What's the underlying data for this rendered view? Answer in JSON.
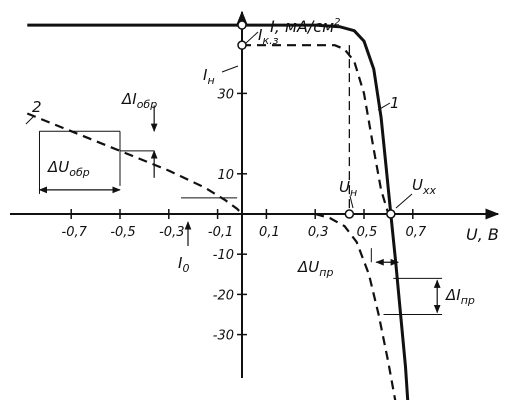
{
  "chart_data": {
    "type": "line",
    "y_axis": {
      "symbol": "I",
      "unit": ", мА/см",
      "unit_sup": "2",
      "ticks": [
        {
          "v": 30,
          "t": "30"
        },
        {
          "v": 10,
          "t": "10"
        },
        {
          "v": -10,
          "t": "-10"
        },
        {
          "v": -20,
          "t": "-20"
        },
        {
          "v": -30,
          "t": "-30"
        }
      ]
    },
    "x_axis": {
      "symbol": "U",
      "unit": ", В",
      "ticks": [
        {
          "v": -0.7,
          "t": "-0,7"
        },
        {
          "v": -0.5,
          "t": "-0,5"
        },
        {
          "v": -0.3,
          "t": "-0,3"
        },
        {
          "v": -0.1,
          "t": "-0,1"
        },
        {
          "v": 0.1,
          "t": "0,1"
        },
        {
          "v": 0.3,
          "t": "0,3"
        },
        {
          "v": 0.5,
          "t": "0,5"
        },
        {
          "v": 0.7,
          "t": "0,7"
        }
      ]
    },
    "series": [
      {
        "name": "1",
        "style": "solid",
        "points": [
          [
            -0.88,
            47
          ],
          [
            0.3,
            47
          ],
          [
            0.4,
            46.6
          ],
          [
            0.46,
            45.6
          ],
          [
            0.5,
            43
          ],
          [
            0.54,
            36
          ],
          [
            0.57,
            24
          ],
          [
            0.59,
            12
          ],
          [
            0.61,
            0
          ],
          [
            0.63,
            -12
          ],
          [
            0.65,
            -25
          ],
          [
            0.67,
            -38
          ],
          [
            0.68,
            -47
          ]
        ]
      },
      {
        "name": "2",
        "style": "dashed",
        "points": [
          [
            -0.88,
            25
          ],
          [
            -0.7,
            20.6
          ],
          [
            -0.5,
            15.7
          ],
          [
            -0.3,
            10.8
          ],
          [
            -0.15,
            6.5
          ],
          [
            -0.07,
            3.5
          ],
          [
            -0.02,
            1.3
          ],
          [
            0.0,
            0
          ]
        ]
      },
      {
        "name": "",
        "style": "dashed",
        "points": [
          [
            0.0,
            42
          ],
          [
            0.38,
            42
          ],
          [
            0.42,
            41
          ],
          [
            0.46,
            38
          ],
          [
            0.5,
            30
          ],
          [
            0.54,
            16
          ],
          [
            0.57,
            6
          ],
          [
            0.6,
            0
          ]
        ]
      },
      {
        "name": "",
        "style": "dashed",
        "points": [
          [
            0.3,
            0
          ],
          [
            0.36,
            -1
          ],
          [
            0.42,
            -3
          ],
          [
            0.47,
            -7
          ],
          [
            0.52,
            -15
          ],
          [
            0.56,
            -25
          ],
          [
            0.6,
            -37
          ],
          [
            0.63,
            -47
          ]
        ]
      }
    ],
    "annotations": {
      "curve1": "1",
      "curve2": "2",
      "isc_main": "I",
      "isc_sub": "к.з",
      "in_main": "I",
      "in_sub": "н",
      "io_main": "I",
      "io_sub": "0",
      "un_main": "U",
      "un_sub": "н",
      "uxx_main": "U",
      "uxx_sub": "хх",
      "dIobr_main": "ΔI",
      "dIobr_sub": "обр",
      "dUobr_main": "ΔU",
      "dUobr_sub": "обр",
      "dUpr_main": "ΔU",
      "dUpr_sub": "пр",
      "dIpr_main": "ΔI",
      "dIpr_sub": "пр"
    },
    "reference_values": {
      "I_sc": 47,
      "I_n": 42,
      "U_n": 0.44,
      "U_xx": 0.61
    }
  }
}
